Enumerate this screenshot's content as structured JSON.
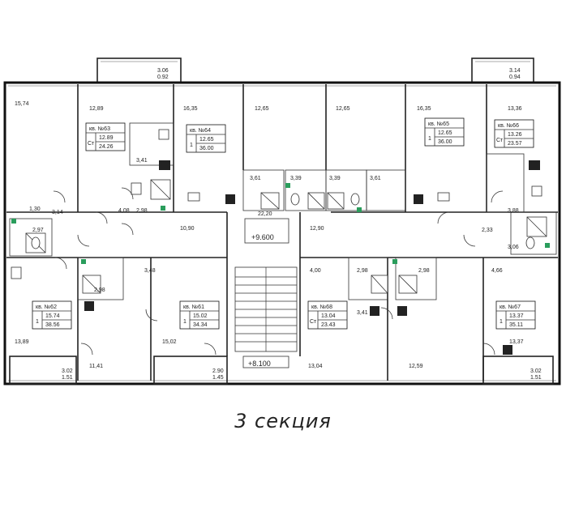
{
  "title": "3 секция",
  "balcony_labels": [
    {
      "top": "3.06",
      "bottom": "0.92"
    },
    {
      "top": "3.14",
      "bottom": "0.94"
    },
    {
      "top": "3.02",
      "bottom": "1.51"
    },
    {
      "top": "2.90",
      "bottom": "1.45"
    },
    {
      "top": "3.02",
      "bottom": "1.51"
    }
  ],
  "apartments": [
    {
      "number": "кв. №63",
      "rooms": "Ст",
      "living": "12.89",
      "total": "24.26"
    },
    {
      "number": "кв. №64",
      "rooms": "1",
      "living": "12.65",
      "total": "36.00"
    },
    {
      "number": "кв. №65",
      "rooms": "1",
      "living": "12.65",
      "total": "36.00"
    },
    {
      "number": "кв. №66",
      "rooms": "Ст",
      "living": "13.26",
      "total": "23.57"
    },
    {
      "number": "кв. №62",
      "rooms": "1",
      "living": "15.74",
      "total": "38.56"
    },
    {
      "number": "кв. №61",
      "rooms": "1",
      "living": "15.02",
      "total": "34.34"
    },
    {
      "number": "кв. №68",
      "rooms": "Ст",
      "living": "13.04",
      "total": "23.43"
    },
    {
      "number": "кв. №67",
      "rooms": "1",
      "living": "13.37",
      "total": "35.11"
    }
  ],
  "room_areas": [
    "15,74",
    "12,89",
    "16,35",
    "12,65",
    "12,65",
    "16,35",
    "13,36",
    "3,41",
    "3,61",
    "3,39",
    "3,39",
    "3,61",
    "1,30",
    "3,14",
    "4,08",
    "2,98",
    "22,20",
    "3,88",
    "2,97",
    "10,90",
    "12,90",
    "2,33",
    "3,06",
    "3,48",
    "4,00",
    "2,98",
    "2,98",
    "4,66",
    "2,98",
    "3,41",
    "13,89",
    "15,02",
    "13,37",
    "11,41",
    "13,04",
    "12,59"
  ],
  "levels": [
    "+9.600",
    "+8.100"
  ]
}
